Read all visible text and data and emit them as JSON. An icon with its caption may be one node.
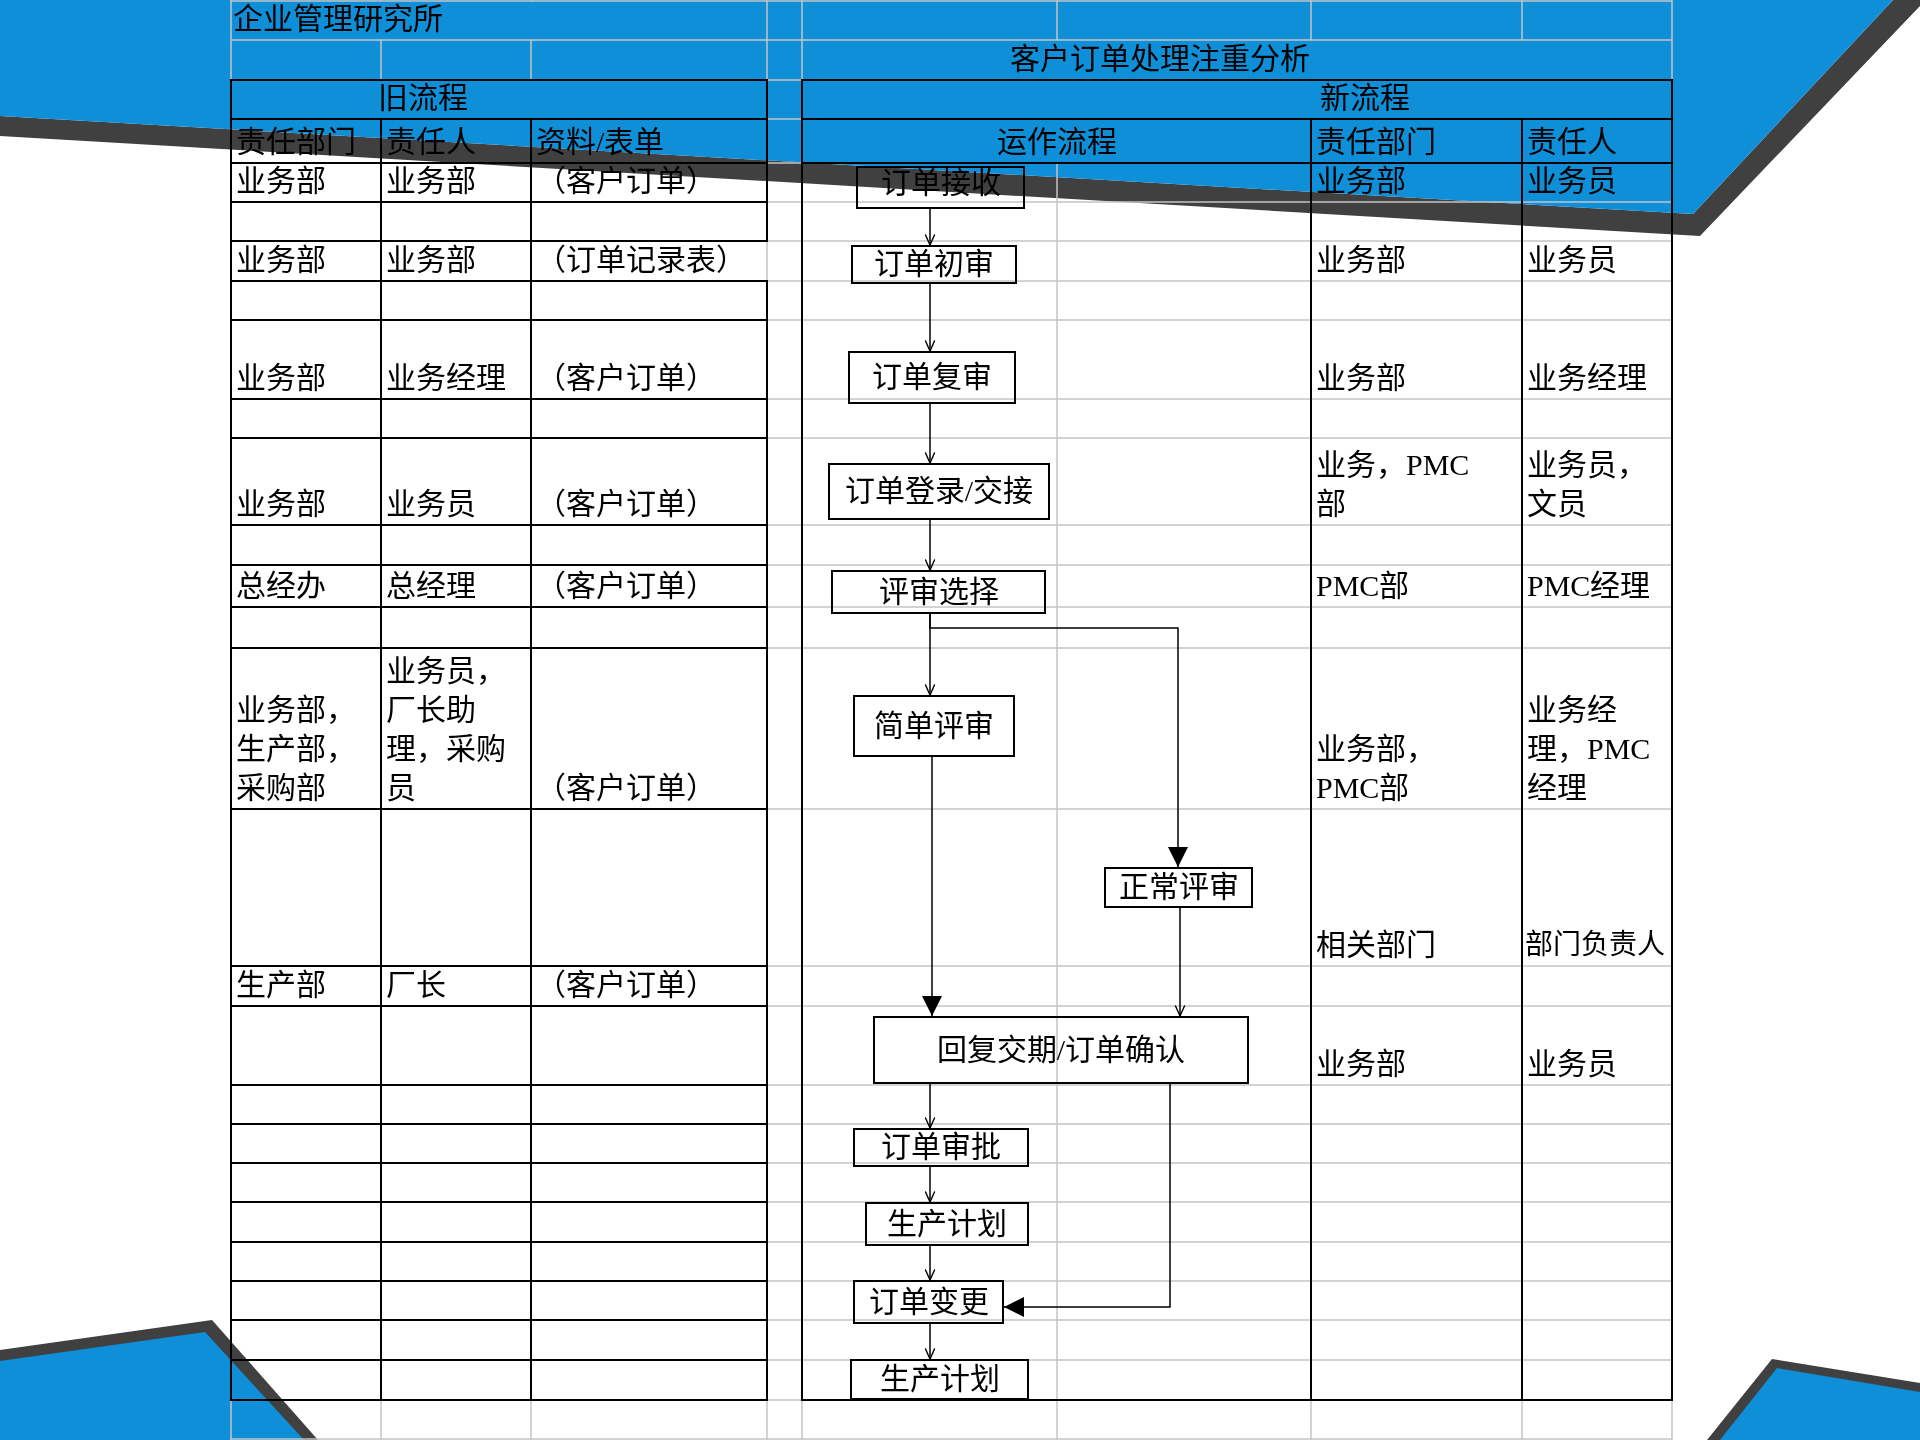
{
  "diagram": {
    "title": "客户订单处理注重分析",
    "nodes": [
      {
        "text": [
          "订单接收"
        ]
      },
      {
        "text": [
          "订单初审"
        ]
      },
      {
        "text": [
          "订单复审"
        ]
      },
      {
        "text": [
          "订单登录/交接"
        ]
      },
      {
        "text": [
          "评审选择"
        ]
      },
      {
        "text": [
          "简单评审"
        ]
      },
      {
        "text": [
          "正常评审"
        ]
      },
      {
        "text": [
          "回复交期/订单确认"
        ]
      },
      {
        "text": [
          "订单审批"
        ]
      },
      {
        "text": [
          "生产计划"
        ]
      },
      {
        "text": [
          "订单变更"
        ]
      },
      {
        "text": [
          "生产计划"
        ]
      }
    ],
    "edges": [
      {
        "from": 0,
        "to": 1,
        "arrow": "to"
      },
      {
        "from": 1,
        "to": 2,
        "arrow": "to"
      },
      {
        "from": 2,
        "to": 3,
        "arrow": "to"
      },
      {
        "from": 3,
        "to": 4,
        "arrow": "to"
      },
      {
        "from": 4,
        "to": 5,
        "arrow": "to"
      },
      {
        "from": 4,
        "to": 6,
        "arrow": "to"
      },
      {
        "from": 5,
        "to": 7,
        "arrow": "to"
      },
      {
        "from": 6,
        "to": 7,
        "arrow": "to"
      },
      {
        "from": 7,
        "to": 8,
        "arrow": "to"
      },
      {
        "from": 8,
        "to": 9,
        "arrow": "to"
      },
      {
        "from": 9,
        "to": 10,
        "arrow": "to"
      },
      {
        "from": 7,
        "to": 10,
        "arrow": "to"
      },
      {
        "from": 10,
        "to": 11,
        "arrow": "to"
      }
    ],
    "labels": [
      "企业管理研究所",
      "旧流程",
      "新流程",
      "责任部门",
      "责任人",
      "资料/表单",
      "运作流程",
      "责任部门",
      "责任人",
      "业务部",
      "业务部",
      "（客户订单）",
      "业务部",
      "业务员",
      "业务部",
      "业务部",
      "（订单记录表）",
      "业务部",
      "业务员",
      "业务部",
      "业务经理",
      "（客户订单）",
      "业务部",
      "业务经理",
      "业务部",
      "业务员",
      "（客户订单）",
      "业务，PMC部",
      "业务员，文员",
      "总经办",
      "总经理",
      "（客户订单）",
      "PMC部",
      "PMC经理",
      "业务部，生产部，采购部",
      "业务员，厂长助理，采购员",
      "（客户订单）",
      "业务部，PMC部",
      "业务经理，PMC经理",
      "相关部门",
      "部门负责人",
      "生产部",
      "厂长",
      "（客户订单）",
      "业务部",
      "业务员"
    ]
  }
}
